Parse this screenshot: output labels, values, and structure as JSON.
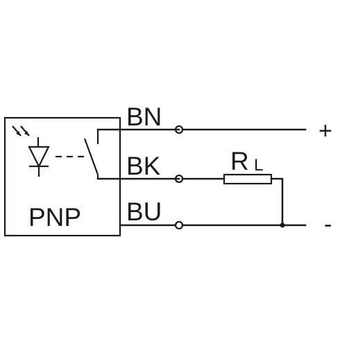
{
  "sensor": {
    "type_label": "PNP",
    "icons": [
      "light-emitter-icon",
      "led-diode-icon",
      "switch-contact-icon"
    ]
  },
  "wires": {
    "brown": "BN",
    "black": "BK",
    "blue": "BU"
  },
  "load": {
    "symbol": "R",
    "subscript": "L"
  },
  "supply": {
    "positive": "+",
    "negative": "-"
  },
  "colors": {
    "line": "#1a1a1a",
    "background": "#ffffff"
  }
}
